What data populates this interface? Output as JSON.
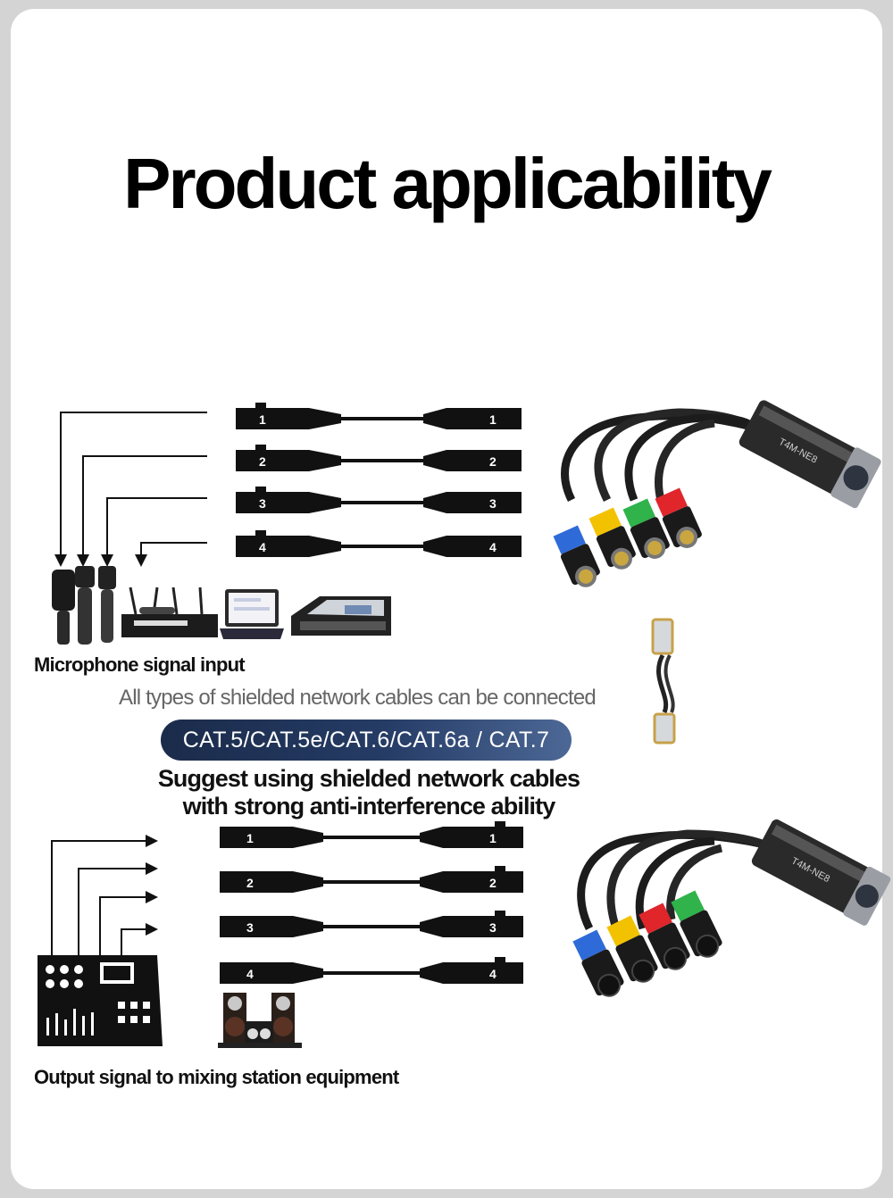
{
  "title": "Product applicability",
  "input_section": {
    "caption": "Microphone signal input",
    "channels": [
      "1",
      "2",
      "3",
      "4"
    ]
  },
  "cable_note": "All types of shielded network cables can be connected",
  "cable_types": "CAT.5/CAT.5e/CAT.6/CAT.6a / CAT.7",
  "suggestion": {
    "line1": "Suggest using shielded network cables",
    "line2": "with strong anti-interference ability"
  },
  "output_section": {
    "caption": "Output signal to mixing station equipment",
    "channels": [
      "1",
      "2",
      "3",
      "4"
    ]
  },
  "snake_label": "T4M-NE8",
  "colors": {
    "badge_dark": "#1b2b4a",
    "badge_light": "#4d6896",
    "ring_blue": "#2f6bd8",
    "ring_yellow": "#f2c200",
    "ring_green": "#2fb34a",
    "ring_red": "#e0262b"
  },
  "icons": [
    "microphone-icon",
    "wireless-receiver-icon",
    "laptop-icon",
    "mixing-console-icon",
    "rj45-connector-icon",
    "mixer-panel-icon",
    "speaker-stack-icon"
  ]
}
